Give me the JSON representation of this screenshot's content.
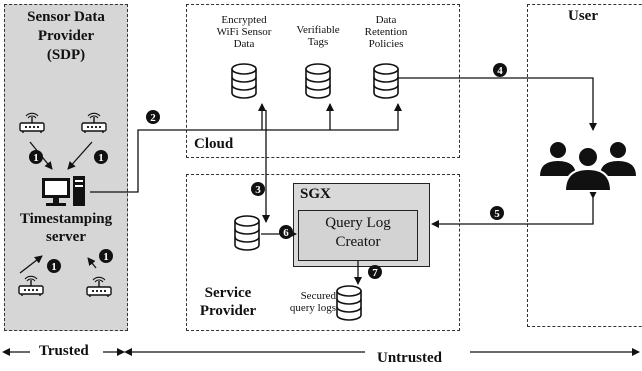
{
  "sdp": {
    "title_line1": "Sensor Data",
    "title_line2": "Provider",
    "title_line3": "(SDP)",
    "server_label_line1": "Timestamping",
    "server_label_line2": "server"
  },
  "cloud": {
    "title": "Cloud",
    "store1_line1": "Encrypted",
    "store1_line2": "WiFi Sensor",
    "store1_line3": "Data",
    "store2_line1": "Verifiable",
    "store2_line2": "Tags",
    "store3_line1": "Data",
    "store3_line2": "Retention",
    "store3_line3": "Policies"
  },
  "user": {
    "title": "User"
  },
  "service_provider": {
    "title_line1": "Service",
    "title_line2": "Provider",
    "sgx_label": "SGX",
    "query_line1": "Query Log",
    "query_line2": "Creator",
    "secured_line1": "Secured",
    "secured_line2": "query logs"
  },
  "steps": {
    "s1": "1",
    "s2": "2",
    "s3": "3",
    "s4": "4",
    "s5": "5",
    "s6": "6",
    "s7": "7"
  },
  "footer": {
    "trusted": "Trusted",
    "untrusted": "Untrusted"
  }
}
